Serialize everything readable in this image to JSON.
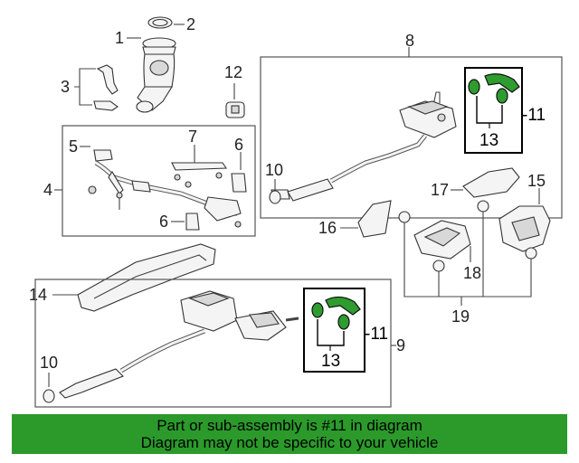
{
  "callouts": {
    "c1": "1",
    "c2": "2",
    "c3": "3",
    "c4": "4",
    "c5": "5",
    "c6a": "6",
    "c6b": "6",
    "c7": "7",
    "c8": "8",
    "c9": "9",
    "c10a": "10",
    "c10b": "10",
    "c11a": "-11",
    "c11b": "-11",
    "c12": "12",
    "c13a": "13",
    "c13b": "13",
    "c14": "14",
    "c15": "15",
    "c16": "16",
    "c17": "17",
    "c18": "18",
    "c19": "19"
  },
  "banner": {
    "line1": "Part or sub-assembly is #11 in diagram",
    "line2": "Diagram may not be specific to your vehicle"
  },
  "colors": {
    "highlight": "#2e9c2e",
    "banner": "#2b9a2b"
  }
}
